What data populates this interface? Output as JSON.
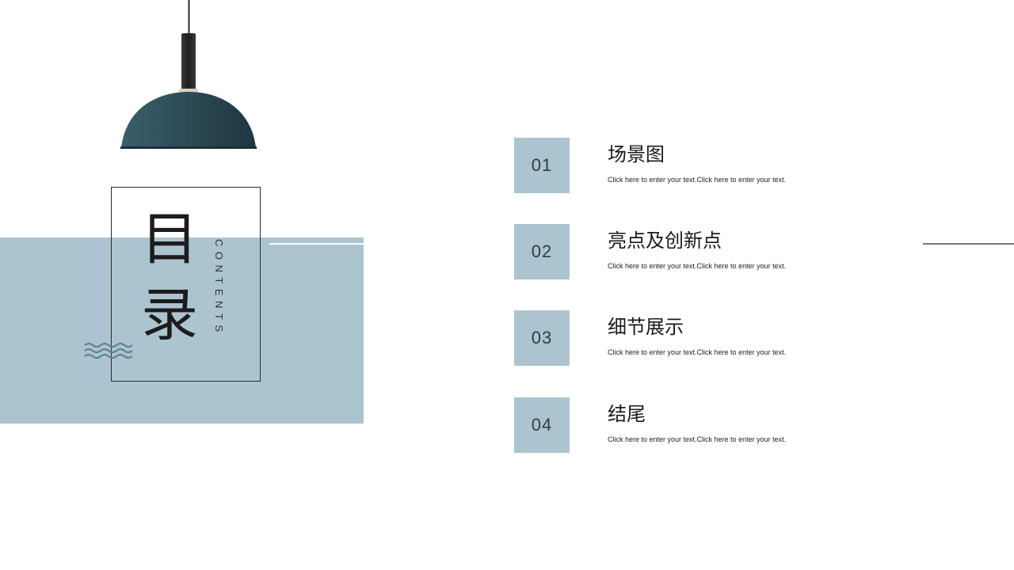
{
  "toc": {
    "title_chars": [
      "目",
      "录"
    ],
    "subtitle_vertical": "CONTENTS"
  },
  "items": [
    {
      "number": "01",
      "title": "场景图",
      "subtitle": "Click here to enter your text.Click here to enter your text."
    },
    {
      "number": "02",
      "title": "亮点及创新点",
      "subtitle": "Click here to enter your text.Click here to enter your text."
    },
    {
      "number": "03",
      "title": "细节展示",
      "subtitle": "Click here to enter your text.Click here to enter your text."
    },
    {
      "number": "04",
      "title": "结尾",
      "subtitle": "Click here to enter your text.Click here to enter your text."
    }
  ],
  "colors": {
    "accent_blue": "#abc4d0",
    "lamp_shade": "#2c4a55",
    "lamp_cord": "#2b2b2b",
    "wave": "#5a7f8f"
  },
  "icons": {
    "lamp": "pendant-lamp-illustration",
    "waves": "wave-lines-icon"
  }
}
